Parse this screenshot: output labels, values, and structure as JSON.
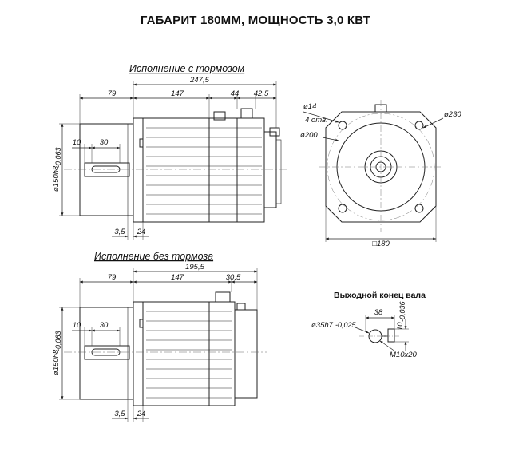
{
  "title": "ГАБАРИТ 180ММ, МОЩНОСТЬ 3,0 КВТ",
  "views": {
    "brake": {
      "heading": "Исполнение  с  тормозом",
      "overall": "247,5",
      "d79": "79",
      "d147": "147",
      "d44": "44",
      "d42": "42,5",
      "d10": "10",
      "d30": "30",
      "d35": "3,5",
      "d24": "24",
      "flange_dia": "ø150h8",
      "flange_tol": "-0,063"
    },
    "nobrake": {
      "heading": "Исполнение  без  тормоза",
      "overall": "195,5",
      "d79": "79",
      "d147": "147",
      "d305": "30,5",
      "d10": "10",
      "d30": "30",
      "d35": "3,5",
      "d24": "24",
      "flange_dia": "ø150h8",
      "flange_tol": "-0,063"
    },
    "front": {
      "hole": "ø14",
      "holes_count": "4 отв.",
      "pcd": "ø230",
      "spigot": "ø200",
      "square": "□180"
    },
    "shaft": {
      "heading": "Выходной  конец  вала",
      "length": "38",
      "dia": "ø35h7",
      "dia_tol": "-0,025",
      "key": "10",
      "key_tol": "-0,036",
      "thread": "M10x20"
    }
  }
}
